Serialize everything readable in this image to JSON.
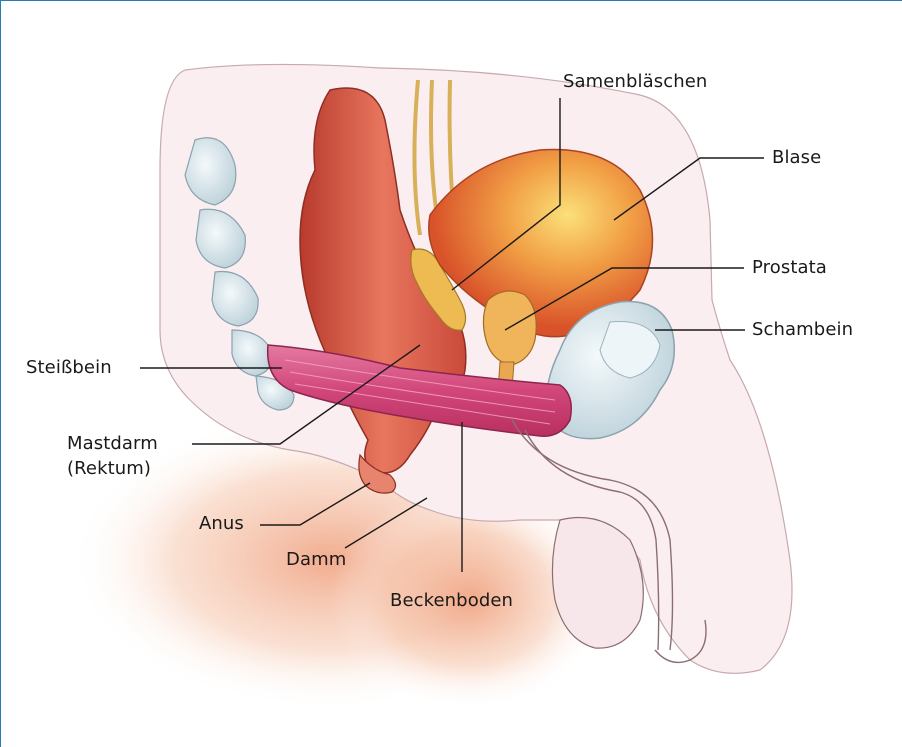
{
  "labels": {
    "samenblaeschen": "Samenbläschen",
    "blase": "Blase",
    "prostata": "Prostata",
    "schambein": "Schambein",
    "steissbein": "Steißbein",
    "mastdarm_line1": "Mastdarm",
    "mastdarm_line2": "(Rektum)",
    "anus": "Anus",
    "damm": "Damm",
    "beckenboden": "Beckenboden"
  },
  "colors": {
    "frame": "#2a7ab5",
    "skin_shadow": "#f2b79a",
    "body_fill": "#fbeef0",
    "outline": "#8a6e72",
    "bladder": "#e9702c",
    "bladder_highlight": "#f6c766",
    "rectum": "#d95a46",
    "pelvic_floor": "#d8557c",
    "bone": "#dbe9ef",
    "seminal": "#e9b84c",
    "leader": "#1a1a1a"
  }
}
